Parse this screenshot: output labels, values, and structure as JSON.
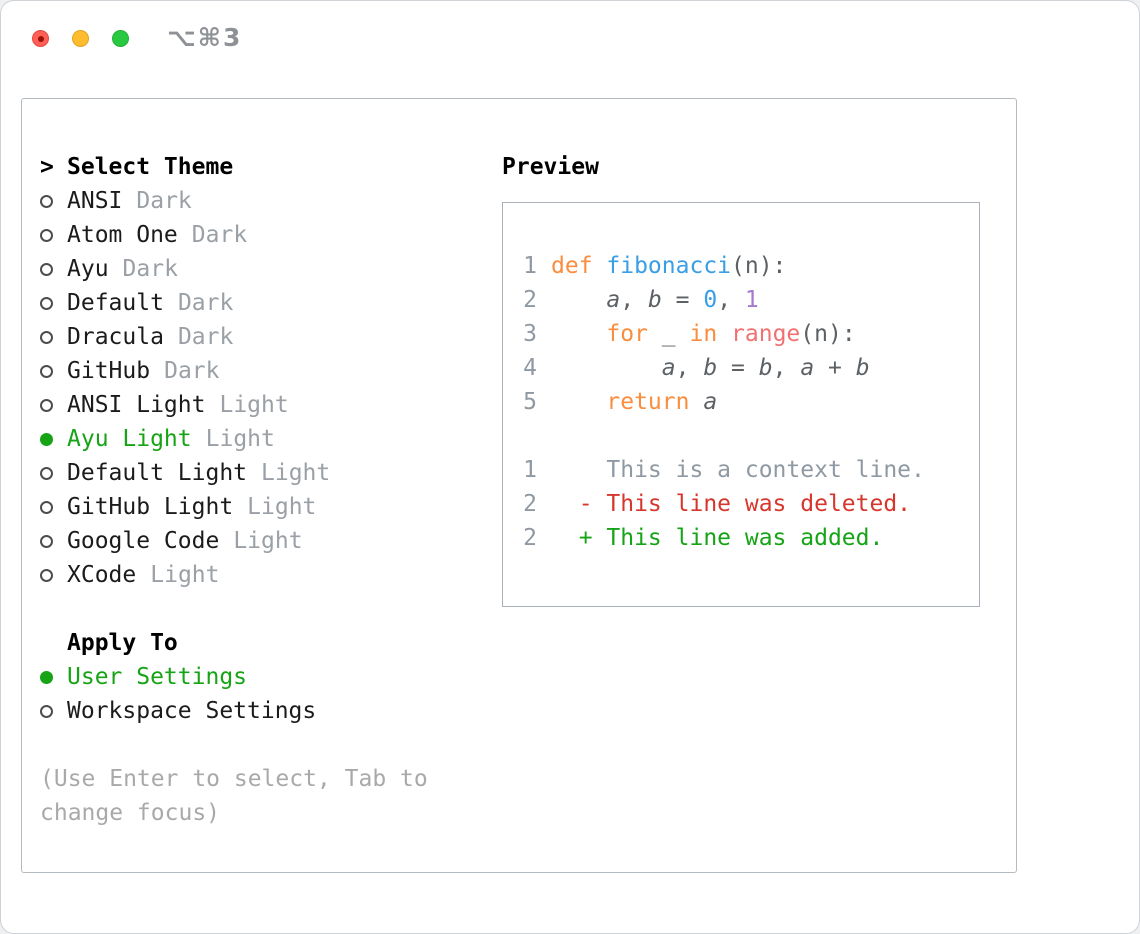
{
  "window": {
    "title": "⌥⌘3"
  },
  "theme_picker": {
    "cursor": ">",
    "prompt": "Select Theme",
    "items": [
      {
        "name": "ANSI",
        "variant": "Dark",
        "selected": false
      },
      {
        "name": "Atom One",
        "variant": "Dark",
        "selected": false
      },
      {
        "name": "Ayu",
        "variant": "Dark",
        "selected": false
      },
      {
        "name": "Default",
        "variant": "Dark",
        "selected": false
      },
      {
        "name": "Dracula",
        "variant": "Dark",
        "selected": false
      },
      {
        "name": "GitHub",
        "variant": "Dark",
        "selected": false
      },
      {
        "name": "ANSI Light",
        "variant": "Light",
        "selected": false
      },
      {
        "name": "Ayu Light",
        "variant": "Light",
        "selected": true
      },
      {
        "name": "Default Light",
        "variant": "Light",
        "selected": false
      },
      {
        "name": "GitHub Light",
        "variant": "Light",
        "selected": false
      },
      {
        "name": "Google Code",
        "variant": "Light",
        "selected": false
      },
      {
        "name": "XCode",
        "variant": "Light",
        "selected": false
      }
    ]
  },
  "apply_to": {
    "label": "Apply To",
    "options": [
      {
        "label": "User Settings",
        "selected": true
      },
      {
        "label": "Workspace Settings",
        "selected": false
      }
    ]
  },
  "hint": "(Use Enter to select, Tab to change focus)",
  "preview": {
    "label": "Preview",
    "lines": [
      {
        "num": "1",
        "tokens": [
          {
            "t": "def ",
            "c": "kw"
          },
          {
            "t": "fibonacci",
            "c": "fn"
          },
          {
            "t": "(n):",
            "c": "pl"
          }
        ]
      },
      {
        "num": "2",
        "tokens": [
          {
            "t": "    ",
            "c": "pl"
          },
          {
            "t": "a",
            "c": "var"
          },
          {
            "t": ", ",
            "c": "pl"
          },
          {
            "t": "b",
            "c": "var"
          },
          {
            "t": " = ",
            "c": "pl"
          },
          {
            "t": "0",
            "c": "nb"
          },
          {
            "t": ", ",
            "c": "pl"
          },
          {
            "t": "1",
            "c": "np"
          }
        ]
      },
      {
        "num": "3",
        "tokens": [
          {
            "t": "    ",
            "c": "pl"
          },
          {
            "t": "for",
            "c": "kw"
          },
          {
            "t": " _ ",
            "c": "pl"
          },
          {
            "t": "in",
            "c": "kw"
          },
          {
            "t": " ",
            "c": "pl"
          },
          {
            "t": "range",
            "c": "rng"
          },
          {
            "t": "(n):",
            "c": "pl"
          }
        ]
      },
      {
        "num": "4",
        "tokens": [
          {
            "t": "        ",
            "c": "pl"
          },
          {
            "t": "a",
            "c": "var"
          },
          {
            "t": ", ",
            "c": "pl"
          },
          {
            "t": "b",
            "c": "var"
          },
          {
            "t": " = ",
            "c": "pl"
          },
          {
            "t": "b",
            "c": "var"
          },
          {
            "t": ", ",
            "c": "pl"
          },
          {
            "t": "a",
            "c": "var"
          },
          {
            "t": " + ",
            "c": "pl"
          },
          {
            "t": "b",
            "c": "var"
          }
        ]
      },
      {
        "num": "5",
        "tokens": [
          {
            "t": "    ",
            "c": "pl"
          },
          {
            "t": "return",
            "c": "kw"
          },
          {
            "t": " ",
            "c": "pl"
          },
          {
            "t": "a",
            "c": "var"
          }
        ]
      },
      {
        "num": "",
        "tokens": []
      },
      {
        "num": "1",
        "tokens": [
          {
            "t": "    This is a context line.",
            "c": "ctx"
          }
        ]
      },
      {
        "num": "2",
        "tokens": [
          {
            "t": "  - This line was deleted.",
            "c": "del"
          }
        ]
      },
      {
        "num": "2",
        "tokens": [
          {
            "t": "  + This line was added.",
            "c": "add"
          }
        ]
      }
    ]
  },
  "colors": {
    "accent_green": "#16a416",
    "keyword_orange": "#fa8d3e",
    "function_blue": "#399ee6",
    "number_blue": "#399ee6",
    "number_purple": "#a37acc",
    "range_coral": "#f07171",
    "code_text": "#5c6166",
    "muted_gray": "#9aa0a6",
    "line_number_gray": "#8f99a3",
    "deleted_red": "#d6362c",
    "added_green": "#16a416",
    "traffic_red": "#ff5f57",
    "traffic_yellow": "#febc2e",
    "traffic_green": "#28c840"
  }
}
